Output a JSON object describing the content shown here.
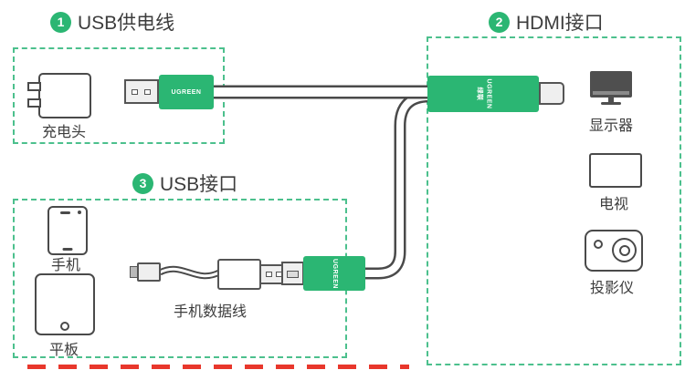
{
  "colors": {
    "green": "#2bb673",
    "dash": "#4cc08d",
    "line": "#4a4a4a",
    "text": "#3d3d3d",
    "red": "#e8372c"
  },
  "headings": {
    "power": {
      "num": "1",
      "title": "USB供电线"
    },
    "hdmi": {
      "num": "2",
      "title": "HDMI接口"
    },
    "usb": {
      "num": "3",
      "title": "USB接口"
    }
  },
  "devices": {
    "charger": "充电头",
    "monitor": "显示器",
    "tv": "电视",
    "projector": "投影仪",
    "phone": "手机",
    "tablet": "平板"
  },
  "cable": {
    "data_cable_label": "手机数据线"
  },
  "brand": {
    "name": "UGREEN",
    "cn": "绿联"
  }
}
